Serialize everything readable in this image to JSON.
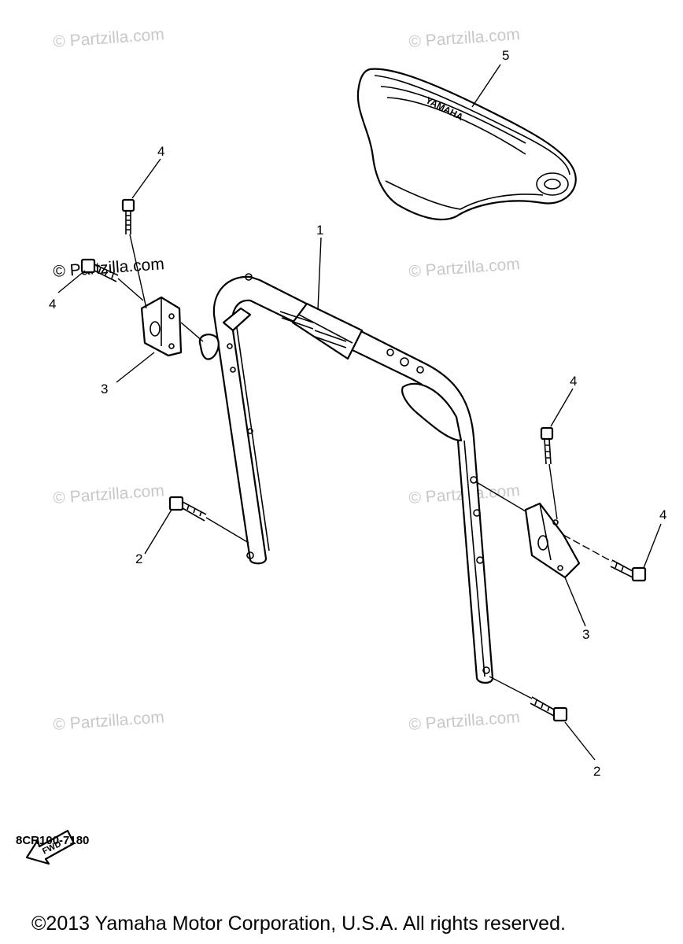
{
  "watermark": "© Partzilla.com",
  "callouts": [
    "5",
    "4",
    "1",
    "4",
    "3",
    "4",
    "4",
    "2",
    "3",
    "2"
  ],
  "fwd_label": "FWD",
  "seat_brand": "YAMAHA",
  "diagram_code": "8CR100-7180",
  "copyright": "©2013  Yamaha Motor Corporation, U.S.A. All rights reserved."
}
